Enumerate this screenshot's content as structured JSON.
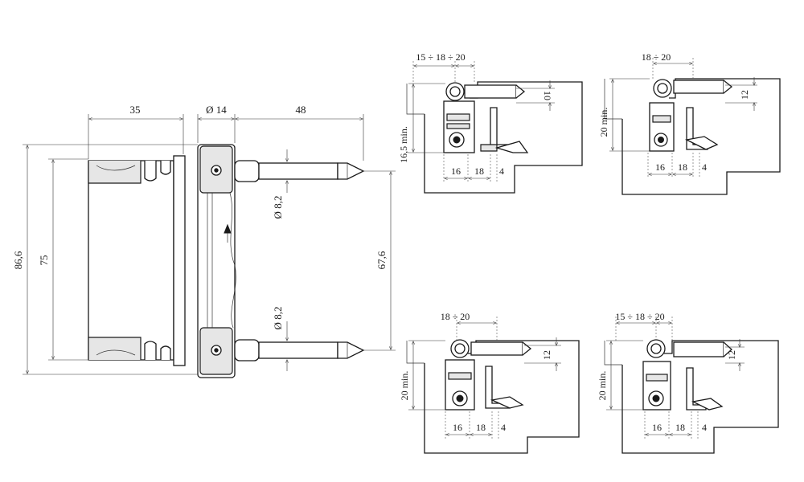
{
  "main_view": {
    "dim_width_1": "35",
    "dim_diameter_14": "Ø 14",
    "dim_width_2": "48",
    "dim_height_total": "86,6",
    "dim_height_inner": "75",
    "dim_pin_spacing": "67,6",
    "dim_pin_diameter_top": "Ø 8,2",
    "dim_pin_diameter_bottom": "Ø 8,2"
  },
  "sections": [
    {
      "top": "15 ÷ 18 ÷ 20",
      "side": "16,5 min.",
      "pin": "10",
      "b1": "16",
      "b2": "18",
      "b3": "4"
    },
    {
      "top": "18 ÷ 20",
      "side": "20 min.",
      "pin": "12",
      "b1": "16",
      "b2": "18",
      "b3": "4"
    },
    {
      "top": "18 ÷ 20",
      "side": "20 min.",
      "pin": "12",
      "b1": "16",
      "b2": "18",
      "b3": "4"
    },
    {
      "top": "15 ÷ 18 ÷ 20",
      "side": "20 min.",
      "pin": "12",
      "b1": "16",
      "b2": "18",
      "b3": "4"
    }
  ]
}
